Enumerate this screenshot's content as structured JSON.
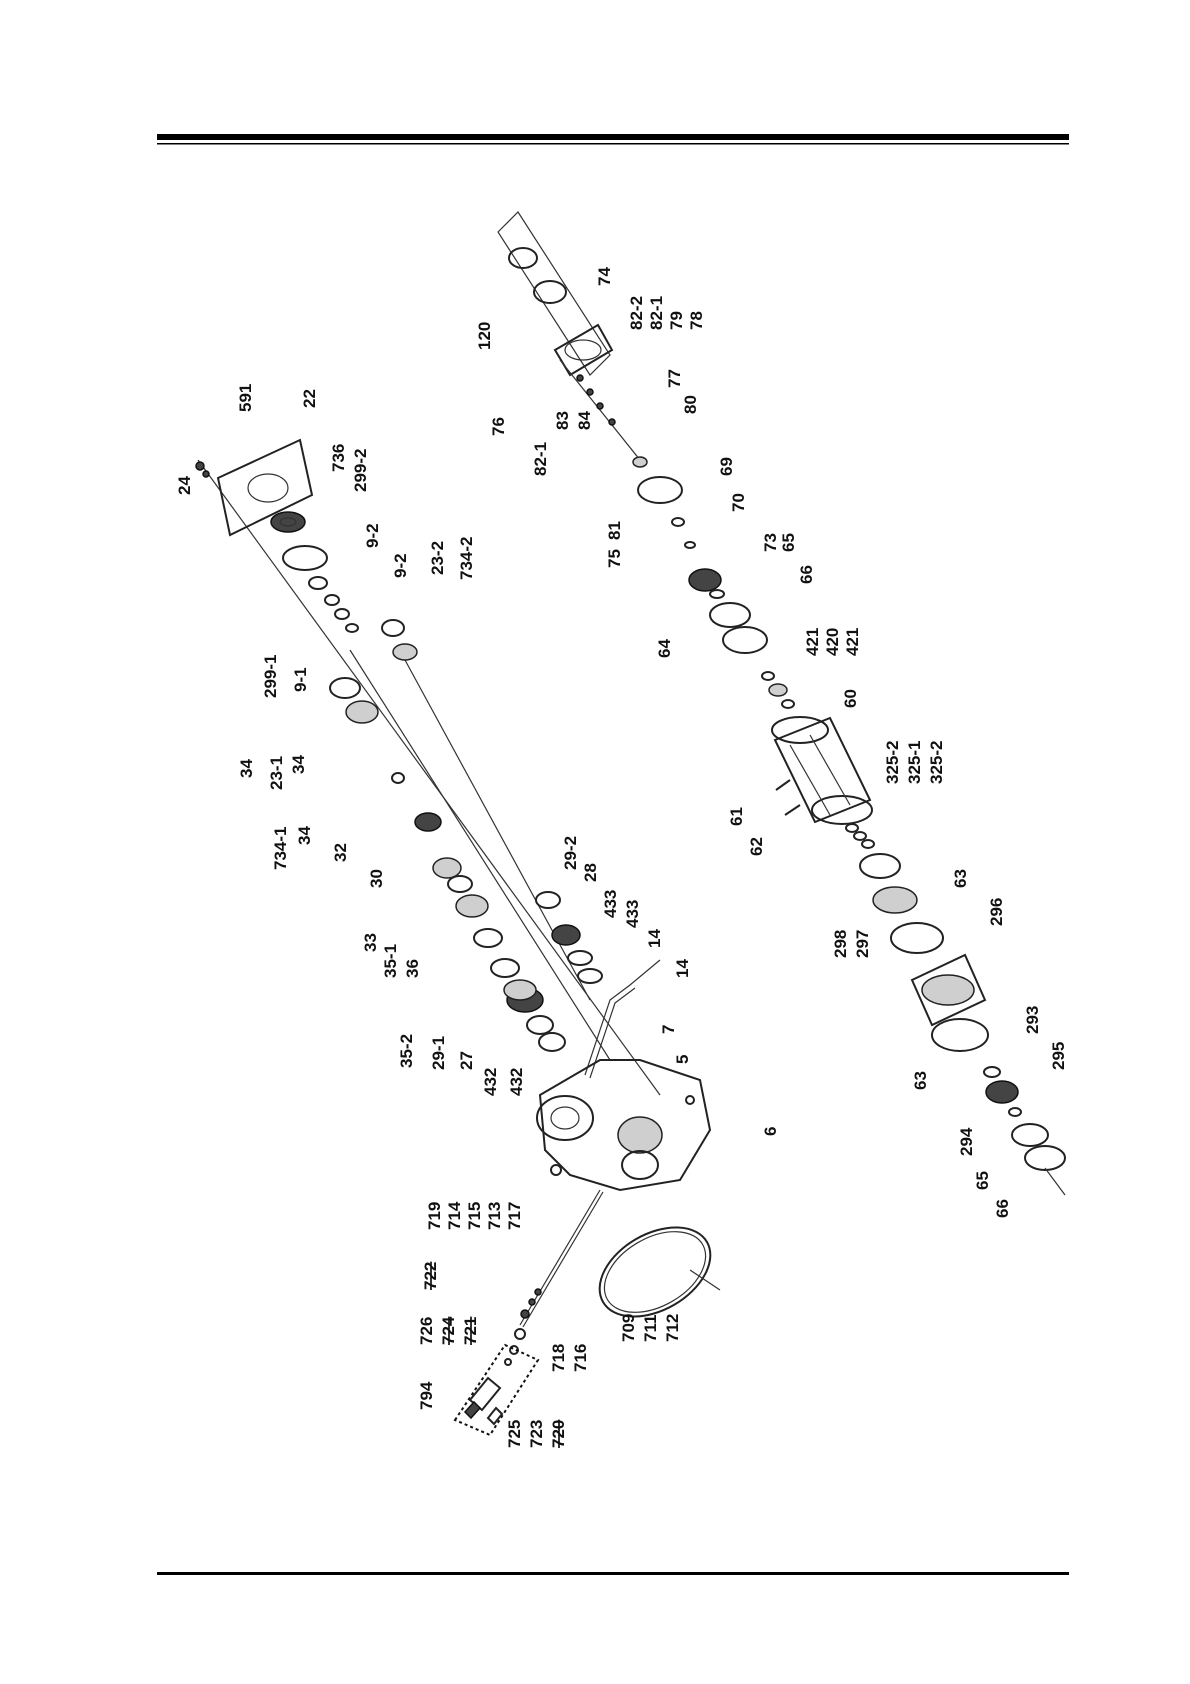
{
  "labels": {
    "l24": "24",
    "l591": "591",
    "l22": "22",
    "l736": "736",
    "l299_2": "299-2",
    "l9_2a": "9-2",
    "l9_2b": "9-2",
    "l23_2": "23-2",
    "l734_2": "734-2",
    "l299_1": "299-1",
    "l9_1": "9-1",
    "l34a": "34",
    "l23_1": "23-1",
    "l34b": "34",
    "l734_1": "734-1",
    "l34c": "34",
    "l32": "32",
    "l30": "30",
    "l33": "33",
    "l35_1": "35-1",
    "l36": "36",
    "l35_2": "35-2",
    "l29_1": "29-1",
    "l27": "27",
    "l432a": "432",
    "l432b": "432",
    "l29_2": "29-2",
    "l28": "28",
    "l433a": "433",
    "l433b": "433",
    "l14a": "14",
    "l14b": "14",
    "l7": "7",
    "l5": "5",
    "l6": "6",
    "l120": "120",
    "l74": "74",
    "l82_2": "82-2",
    "l82_1a": "82-1",
    "l79": "79",
    "l78": "78",
    "l76": "76",
    "l82_1b": "82-1",
    "l83": "83",
    "l84": "84",
    "l77": "77",
    "l80": "80",
    "l75": "75",
    "l81": "81",
    "l69": "69",
    "l70": "70",
    "l73": "73",
    "l65a": "65",
    "l66a": "66",
    "l64": "64",
    "l421a": "421",
    "l420": "420",
    "l421b": "421",
    "l60": "60",
    "l325_2a": "325-2",
    "l325_1": "325-1",
    "l325_2b": "325-2",
    "l61": "61",
    "l62": "62",
    "l298": "298",
    "l297": "297",
    "l63a": "63",
    "l296": "296",
    "l63b": "63",
    "l293": "293",
    "l295": "295",
    "l294": "294",
    "l65b": "65",
    "l66b": "66",
    "l719": "719",
    "l714": "714",
    "l715": "715",
    "l713": "713",
    "l717": "717",
    "l722": "722",
    "l726": "726",
    "l724": "724",
    "l721": "721",
    "l794": "794",
    "l725": "725",
    "l723": "723",
    "l720": "720",
    "l718": "718",
    "l716": "716",
    "l709": "709",
    "l711": "711",
    "l712": "712"
  }
}
